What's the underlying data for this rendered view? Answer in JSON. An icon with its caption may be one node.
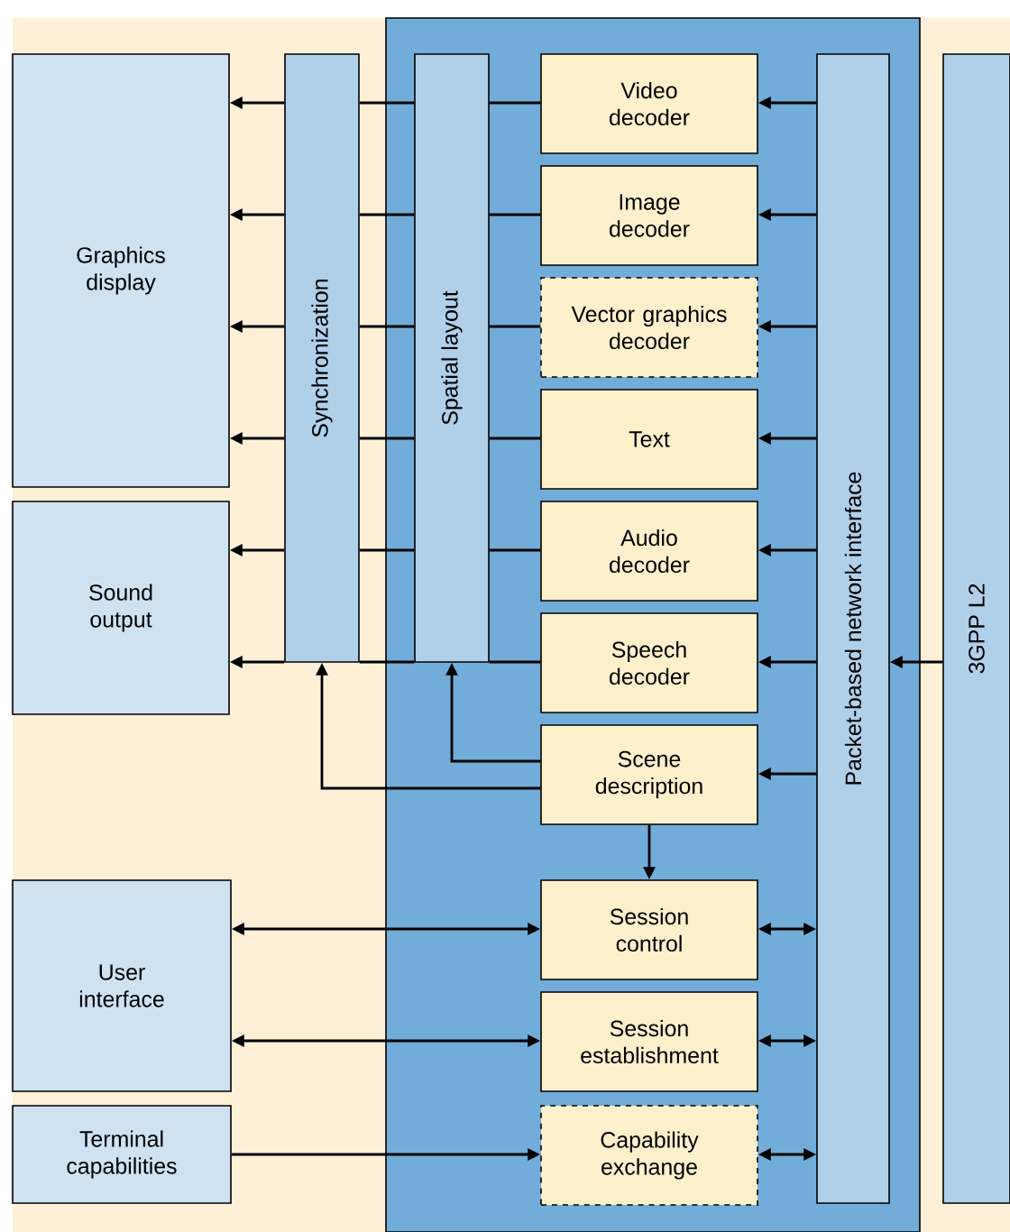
{
  "diagram": {
    "nodes": [
      {
        "text": [],
        "shape": "box"
      },
      {
        "text": [
          "Graphics display"
        ]
      },
      {
        "text": [
          "Sound output"
        ]
      },
      {
        "text": [
          "User interface"
        ]
      },
      {
        "text": [
          "Terminal capabilities"
        ]
      },
      {
        "text": [
          "Synchronization"
        ]
      },
      {
        "text": [
          "Spatial layout"
        ],
        "in": 0
      },
      {
        "text": [
          "Video decoder"
        ],
        "in": 0
      },
      {
        "text": [
          "Image decoder"
        ],
        "in": 0
      },
      {
        "text": [
          "Vector graphics decoder"
        ],
        "in": 0
      },
      {
        "text": [
          "Text"
        ],
        "in": 0
      },
      {
        "text": [
          "Audio decoder"
        ],
        "in": 0
      },
      {
        "text": [
          "Speech decoder"
        ],
        "in": 0
      },
      {
        "text": [
          "Scene description"
        ],
        "in": 0
      },
      {
        "text": [
          "Session control"
        ],
        "in": 0
      },
      {
        "text": [
          "Session establishment"
        ],
        "in": 0
      },
      {
        "text": [
          "Capability exchange"
        ],
        "in": 0
      },
      {
        "text": [
          "Packet-based network interface"
        ],
        "in": 0
      },
      {
        "text": [
          "3GPP L2"
        ]
      }
    ],
    "edges": [
      {
        "from": 7,
        "to": 6,
        "arrow": "none"
      },
      {
        "from": 6,
        "to": 5,
        "arrow": "none"
      },
      {
        "from": 5,
        "to": 1,
        "arrow": "to"
      },
      {
        "from": 8,
        "to": 6,
        "arrow": "none"
      },
      {
        "from": 6,
        "to": 5,
        "arrow": "none"
      },
      {
        "from": 5,
        "to": 1,
        "arrow": "to"
      },
      {
        "from": 9,
        "to": 6,
        "arrow": "none"
      },
      {
        "from": 6,
        "to": 5,
        "arrow": "none"
      },
      {
        "from": 5,
        "to": 1,
        "arrow": "to"
      },
      {
        "from": 10,
        "to": 6,
        "arrow": "none"
      },
      {
        "from": 6,
        "to": 5,
        "arrow": "none"
      },
      {
        "from": 5,
        "to": 1,
        "arrow": "to"
      },
      {
        "from": 11,
        "to": 6,
        "arrow": "none"
      },
      {
        "from": 6,
        "to": 5,
        "arrow": "none"
      },
      {
        "from": 5,
        "to": 2,
        "arrow": "to"
      },
      {
        "from": 12,
        "to": 6,
        "arrow": "none"
      },
      {
        "from": 6,
        "to": 5,
        "arrow": "none"
      },
      {
        "from": 5,
        "to": 2,
        "arrow": "to"
      },
      {
        "from": 17,
        "to": 7,
        "arrow": "to"
      },
      {
        "from": 17,
        "to": 8,
        "arrow": "to"
      },
      {
        "from": 17,
        "to": 9,
        "arrow": "to"
      },
      {
        "from": 17,
        "to": 10,
        "arrow": "to"
      },
      {
        "from": 17,
        "to": 11,
        "arrow": "to"
      },
      {
        "from": 17,
        "to": 12,
        "arrow": "to"
      },
      {
        "from": 17,
        "to": 13,
        "arrow": "to"
      },
      {
        "from": 18,
        "to": 17,
        "arrow": "to"
      },
      {
        "from": 13,
        "to": 6,
        "arrow": "to"
      },
      {
        "from": 13,
        "to": 5,
        "arrow": "to"
      },
      {
        "from": 13,
        "to": 14,
        "arrow": "to"
      },
      {
        "from": 3,
        "to": 14,
        "arrow": "both"
      },
      {
        "from": 3,
        "to": 15,
        "arrow": "both"
      },
      {
        "from": 4,
        "to": 16,
        "arrow": "to"
      },
      {
        "from": 14,
        "to": 17,
        "arrow": "both"
      },
      {
        "from": 15,
        "to": 17,
        "arrow": "both"
      },
      {
        "from": 16,
        "to": 17,
        "arrow": "both"
      }
    ]
  }
}
